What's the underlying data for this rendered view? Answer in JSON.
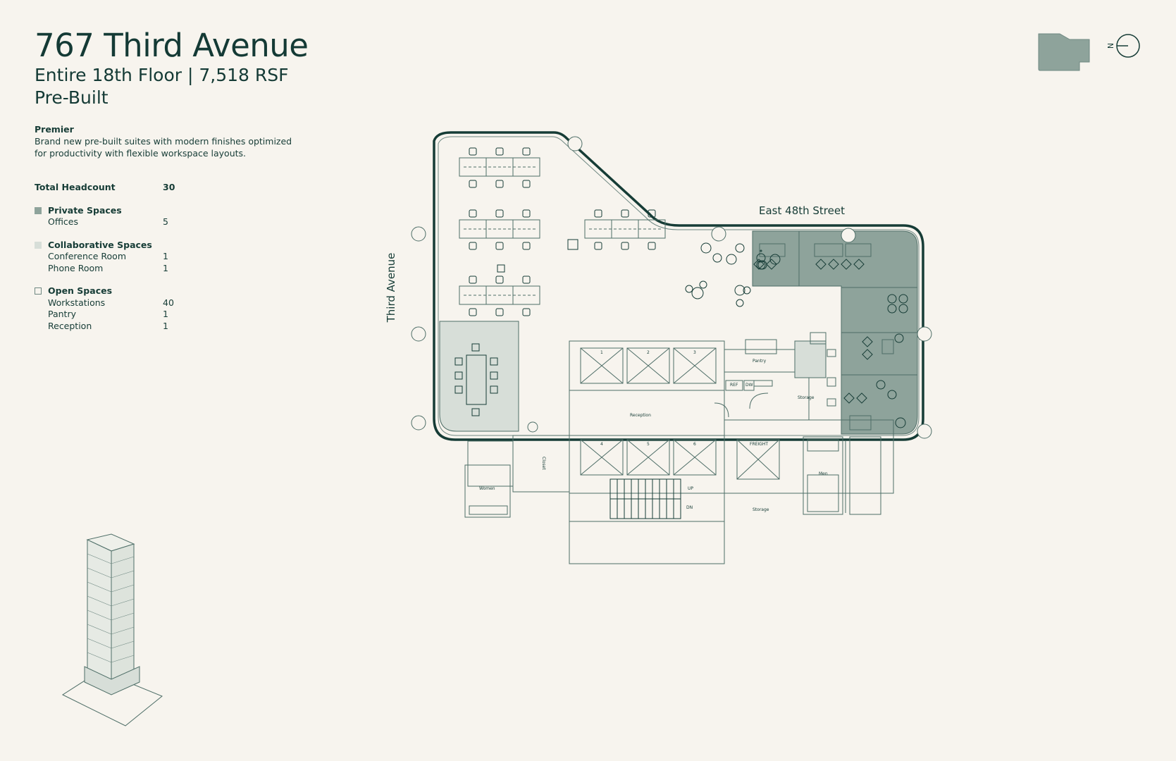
{
  "header": {
    "title": "767 Third Avenue",
    "subtitle": "Entire 18th Floor  |  7,518 RSF",
    "type": "Pre-Built"
  },
  "intro": {
    "tier": "Premier",
    "description": "Brand new pre-built suites with modern finishes optimized for productivity with flexible workspace layouts."
  },
  "stats": {
    "total_label": "Total Headcount",
    "total_value": "30",
    "private": {
      "label": "Private Spaces",
      "items": [
        {
          "label": "Offices",
          "value": "5"
        }
      ]
    },
    "collab": {
      "label": "Collaborative Spaces",
      "items": [
        {
          "label": "Conference Room",
          "value": "1"
        },
        {
          "label": "Phone Room",
          "value": "1"
        }
      ]
    },
    "open": {
      "label": "Open Spaces",
      "items": [
        {
          "label": "Workstations",
          "value": "40"
        },
        {
          "label": "Pantry",
          "value": "1"
        },
        {
          "label": "Reception",
          "value": "1"
        }
      ]
    }
  },
  "plan": {
    "street_label": "East 48th Street",
    "avenue_label": "Third Avenue",
    "rooms": {
      "pantry": "Pantry",
      "reception": "Reception",
      "storage": "Storage",
      "storage2": "Storage",
      "women": "Women",
      "men": "Men",
      "closet": "Closet",
      "freight": "FREIGHT",
      "ref": "REF",
      "dw": "DW",
      "up": "UP",
      "dn": "DN"
    },
    "elevators": [
      "1",
      "2",
      "3",
      "4",
      "5",
      "6"
    ]
  },
  "compass": {
    "north": "N"
  },
  "colors": {
    "background": "#f7f4ee",
    "ink": "#163c36",
    "private": "#8ea39b",
    "collaborative": "#d7ded8",
    "line": "#4e6e67"
  }
}
